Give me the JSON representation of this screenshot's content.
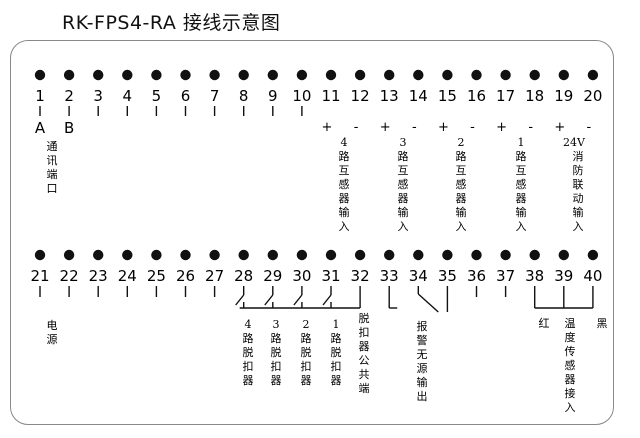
{
  "title": "RK-FPS4-RA  接线示意图",
  "row1": {
    "terminals": [
      "1",
      "2",
      "3",
      "4",
      "5",
      "6",
      "7",
      "8",
      "9",
      "10",
      "11",
      "12",
      "13",
      "14",
      "15",
      "16",
      "17",
      "18",
      "19",
      "20"
    ],
    "letters": {
      "1": "A",
      "2": "B"
    },
    "polarity": {
      "11": "+",
      "12": "-",
      "13": "+",
      "14": "-",
      "15": "+",
      "16": "-",
      "17": "+",
      "18": "-",
      "19": "+",
      "20": "-"
    },
    "labels": {
      "comm": "通讯端口",
      "ct4": "4路互感器输入",
      "ct3": "3路互感器输入",
      "ct2": "2路互感器输入",
      "ct1": "1路互感器输入",
      "v24": "24V",
      "fire": "消防联动输入"
    }
  },
  "row2": {
    "terminals": [
      "21",
      "22",
      "23",
      "24",
      "25",
      "26",
      "27",
      "28",
      "29",
      "30",
      "31",
      "32",
      "33",
      "34",
      "35",
      "36",
      "37",
      "38",
      "39",
      "40"
    ],
    "labels": {
      "power": "电源",
      "trip4": "4路脱扣器",
      "trip3": "3路脱扣器",
      "trip2": "2路脱扣器",
      "trip1": "1路脱扣器",
      "trip_common": "脱扣器公共端",
      "alarm": "报警无源输出",
      "red": "红",
      "temp": "温度传感器接入",
      "black": "黑"
    }
  }
}
